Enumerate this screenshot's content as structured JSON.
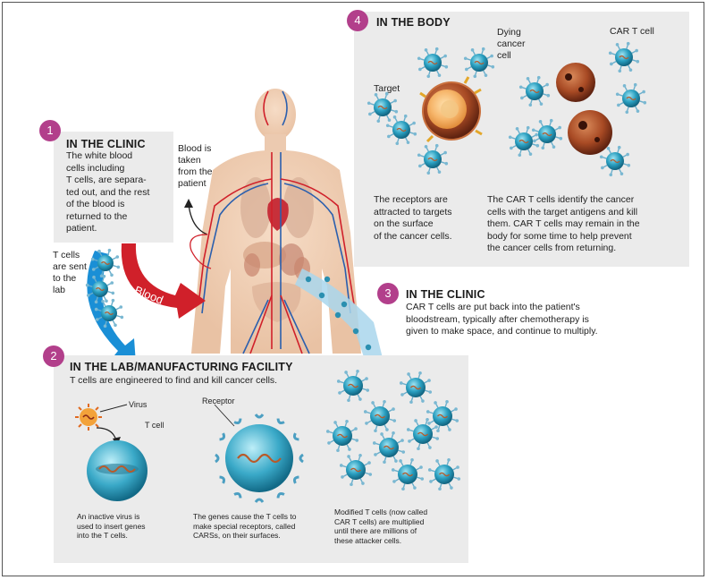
{
  "colors": {
    "badge": "#b23f8b",
    "panel": "#ebebeb",
    "blood_red": "#d0202a",
    "cell_blue": "#2a8fb0",
    "arrow_blue": "#1a8fd6"
  },
  "section1": {
    "number": "1",
    "title": "IN THE CLINIC",
    "text_lines": [
      "The white blood",
      "cells  including",
      "T cells, are separa-",
      "ted out, and the rest",
      "of the blood is",
      "returned to the",
      "patient."
    ]
  },
  "blood_taken": {
    "lines": [
      "Blood is",
      "taken",
      "from the",
      "patient"
    ]
  },
  "tcells_sent": {
    "lines": [
      "T cells",
      "are sent",
      "to the",
      "lab"
    ]
  },
  "blood_arrow_label": "Blood",
  "section2": {
    "number": "2",
    "title": "IN THE LAB/MANUFACTURING FACILITY",
    "subtitle": "T cells are engineered to find and kill cancer cells.",
    "virus_label": "Virus",
    "tcell_label": "T cell",
    "receptor_label": "Receptor",
    "caption1_lines": [
      "An inactive virus is",
      "used to insert genes",
      "into the T cells."
    ],
    "caption2_lines": [
      "The genes cause the T cells to",
      "make special receptors, called",
      "CARSs, on their surfaces."
    ],
    "caption3_lines": [
      "Modified T cells (now called",
      "CAR T cells) are multiplied",
      "until there are millions of",
      "these attacker cells."
    ]
  },
  "section3": {
    "number": "3",
    "title": "IN THE CLINIC",
    "text_lines": [
      "CAR T cells are put back into the patient's",
      "bloodstream, typically after chemotherapy is",
      "given to make space, and continue to multiply."
    ]
  },
  "section4": {
    "number": "4",
    "title": "IN THE BODY",
    "target_label": "Target",
    "dying_lines": [
      "Dying",
      "cancer",
      "cell"
    ],
    "cart_label": "CAR T cell",
    "caption_left_lines": [
      "The receptors are",
      "attracted to targets",
      "on the surface",
      "of the cancer cells."
    ],
    "caption_right_lines": [
      "The CAR T cells identify the cancer",
      "cells with the target antigens and kill",
      "them. CAR T cells may remain in the",
      "body for some time to help prevent",
      "the cancer cells from returning."
    ]
  }
}
